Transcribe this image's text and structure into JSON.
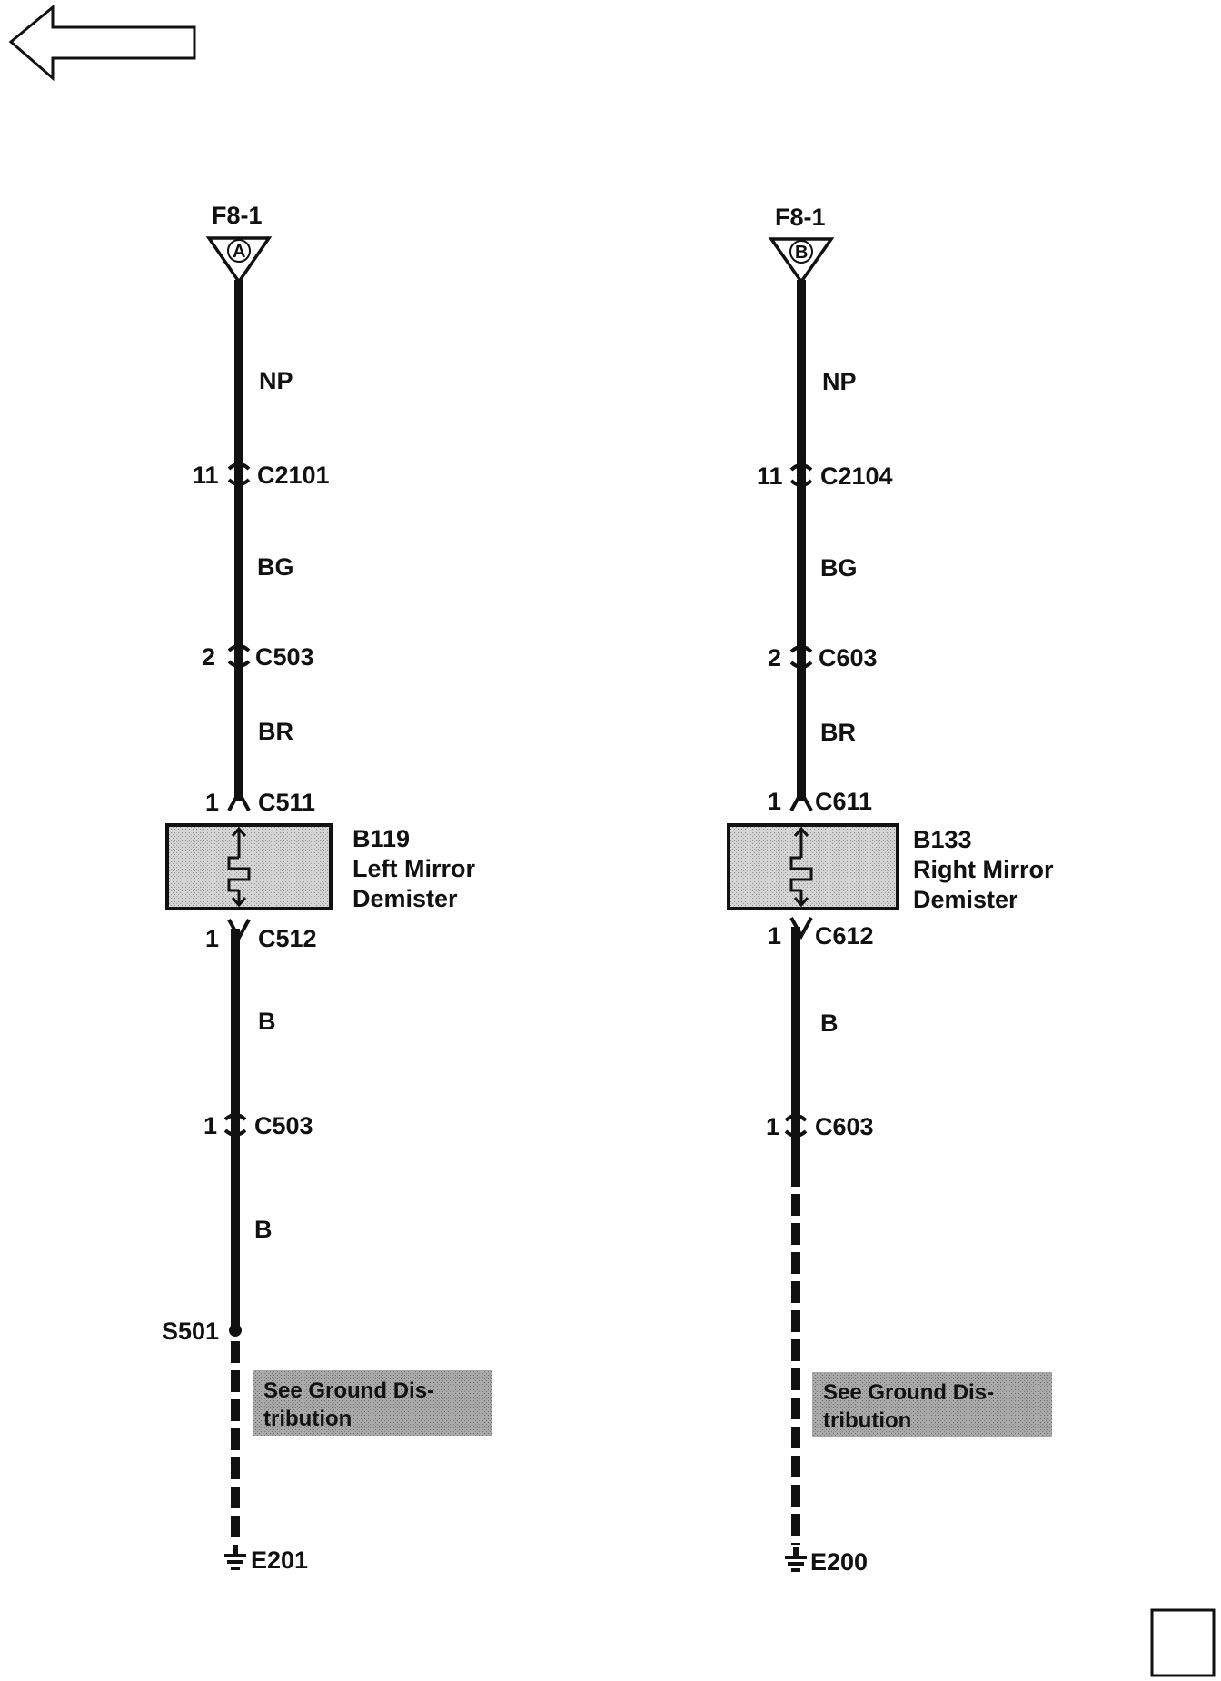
{
  "navigation": {
    "back_icon": "left-arrow-icon",
    "corner_icon": "square-icon"
  },
  "circuits": [
    {
      "id": "left",
      "source": {
        "label": "F8-1",
        "connector": "A"
      },
      "wires_upper": [
        "NP",
        "BG",
        "BR"
      ],
      "connectors_upper": [
        {
          "pin": "11",
          "name": "C2101"
        },
        {
          "pin": "2",
          "name": "C503"
        },
        {
          "pin": "1",
          "name": "C511"
        }
      ],
      "component": {
        "id": "B119",
        "name_line1": "Left Mirror",
        "name_line2": "Demister"
      },
      "connectors_lower": [
        {
          "pin": "1",
          "name": "C512"
        },
        {
          "pin": "1",
          "name": "C503"
        }
      ],
      "wires_lower": [
        "B",
        "B"
      ],
      "splice": "S501",
      "note_line1": "See Ground Dis-",
      "note_line2": "tribution",
      "ground": "E201"
    },
    {
      "id": "right",
      "source": {
        "label": "F8-1",
        "connector": "B"
      },
      "wires_upper": [
        "NP",
        "BG",
        "BR"
      ],
      "connectors_upper": [
        {
          "pin": "11",
          "name": "C2104"
        },
        {
          "pin": "2",
          "name": "C603"
        },
        {
          "pin": "1",
          "name": "C611"
        }
      ],
      "component": {
        "id": "B133",
        "name_line1": "Right Mirror",
        "name_line2": "Demister"
      },
      "connectors_lower": [
        {
          "pin": "1",
          "name": "C612"
        },
        {
          "pin": "1",
          "name": "C603"
        }
      ],
      "wires_lower": [
        "B"
      ],
      "note_line1": "See Ground Dis-",
      "note_line2": "tribution",
      "ground": "E200"
    }
  ]
}
